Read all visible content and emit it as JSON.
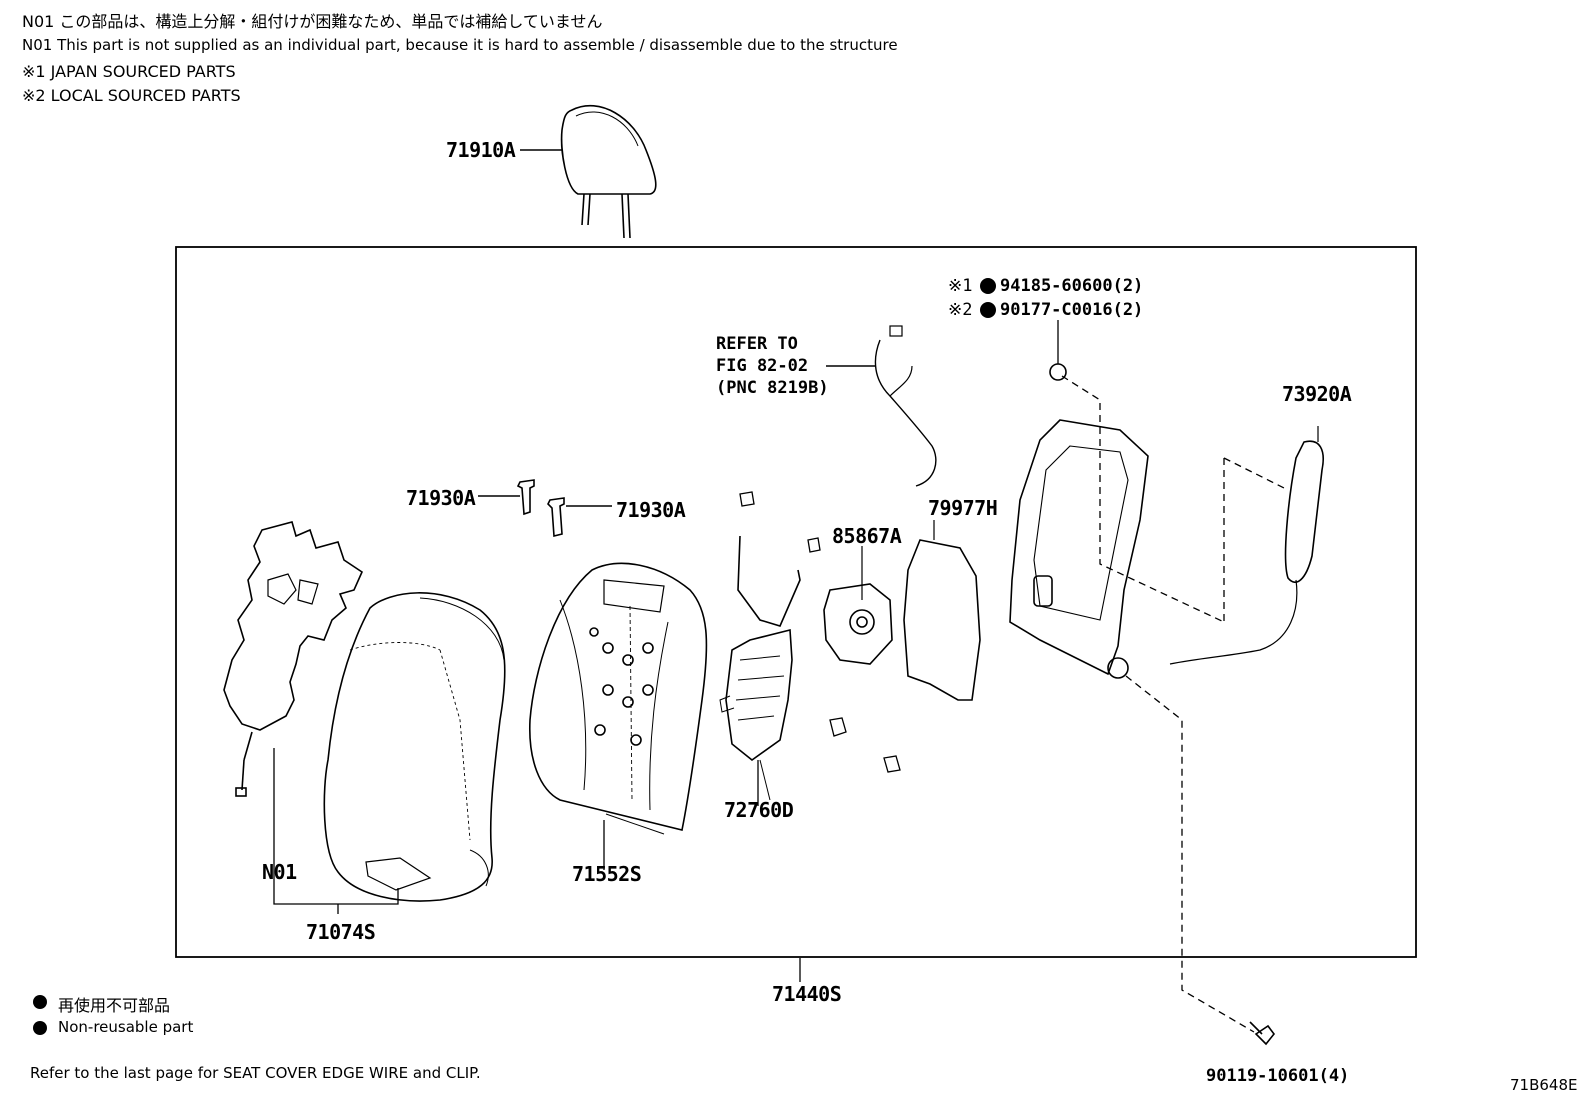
{
  "notes": {
    "n01_jp": "N01 この部品は、構造上分解・組付けが困難なため、単品では補給していません",
    "n01_en": "N01 This part is not supplied as an individual part, because it is hard to assemble / disassemble due to the structure",
    "mark1": "※1  JAPAN SOURCED PARTS",
    "mark2": "※2  LOCAL SOURCED PARTS"
  },
  "parts": {
    "headrest": "71910A",
    "guide_left": "71930A",
    "guide_right": "71930A",
    "pad": "71552S",
    "cover": "71074S",
    "n01": "N01",
    "spring": "72760D",
    "lumbar": "85867A",
    "board": "79977H",
    "trim": "73920A",
    "assembly": "71440S",
    "nut1": "94185-60600(2)",
    "nut2": "90177-C0016(2)",
    "bolt": "90119-10601(4)"
  },
  "marks": {
    "m1": "※1",
    "m2": "※2"
  },
  "refer": {
    "line1": "REFER TO",
    "line2": "FIG 82-02",
    "line3": "(PNC 8219B)"
  },
  "legend": {
    "jp": "再使用不可部品",
    "en": "Non-reusable part"
  },
  "footer": {
    "refer": "Refer to the last page   for SEAT COVER EDGE WIRE and CLIP.",
    "code": "71B648E"
  }
}
